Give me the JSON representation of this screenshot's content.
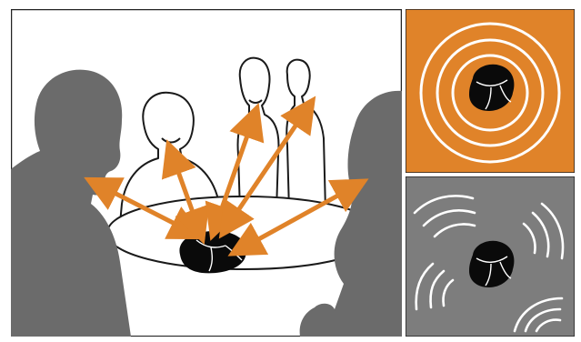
{
  "colors": {
    "accent": "#e08329",
    "silhouette": "#6b6b6b",
    "device": "#0a0a0a",
    "panel_gray": "#7d7d7d",
    "line": "#1a1a1a",
    "ring": "#ffffff"
  },
  "panels": [
    {
      "id": "meeting-scene"
    },
    {
      "id": "pickup-pattern-focused"
    },
    {
      "id": "pickup-pattern-diffuse"
    }
  ]
}
